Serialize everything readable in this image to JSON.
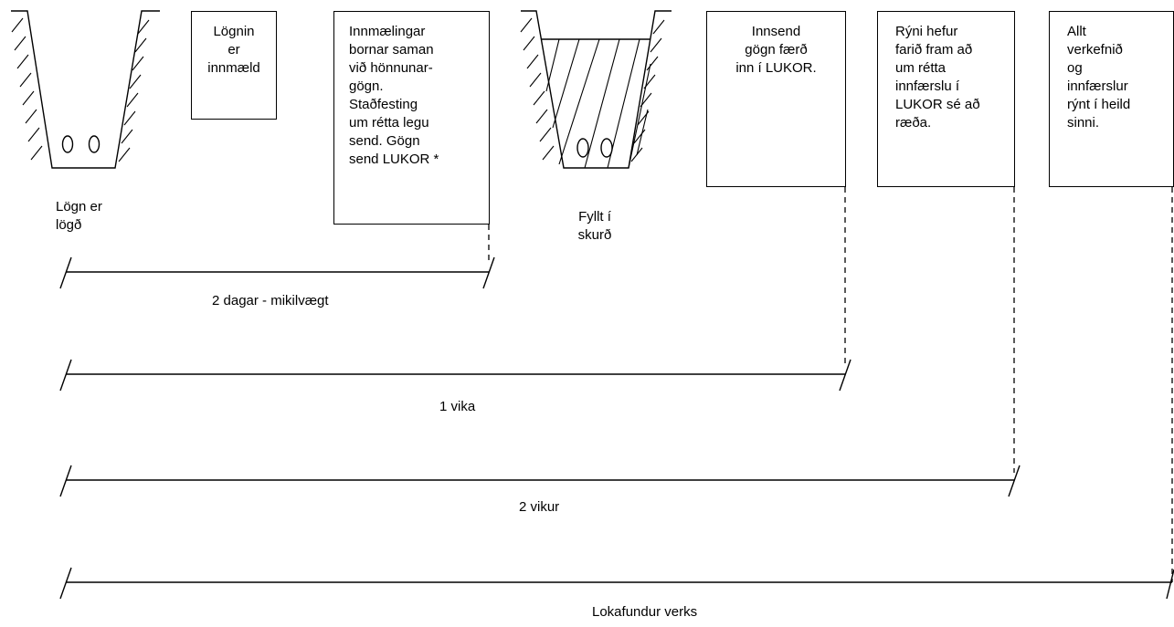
{
  "steps": {
    "laid_label": "Lögn er\nlögð",
    "box1": "Lögnin\ner\ninnmæld",
    "box2": "Innmælingar\nbornar saman\nvið hönnunar-\ngögn.\nStaðfesting\num rétta legu\nsend. Gögn\nsend LUKOR *",
    "filled_label": "Fyllt í\nskurð",
    "box3": "Innsend\ngögn færð\ninn í LUKOR.",
    "box4": "Rýni hefur\nfarið fram að\num rétta\ninnfærslu í\nLUKOR sé að\nræða.",
    "box5": "Allt\nverkefnið\nog\ninnfærslur\nrýnt í heild\nsinni."
  },
  "timelines": [
    {
      "label": "2 dagar -  mikilvægt"
    },
    {
      "label": "1 vika"
    },
    {
      "label": "2 vikur"
    },
    {
      "label": "Lokafundur verks"
    }
  ]
}
